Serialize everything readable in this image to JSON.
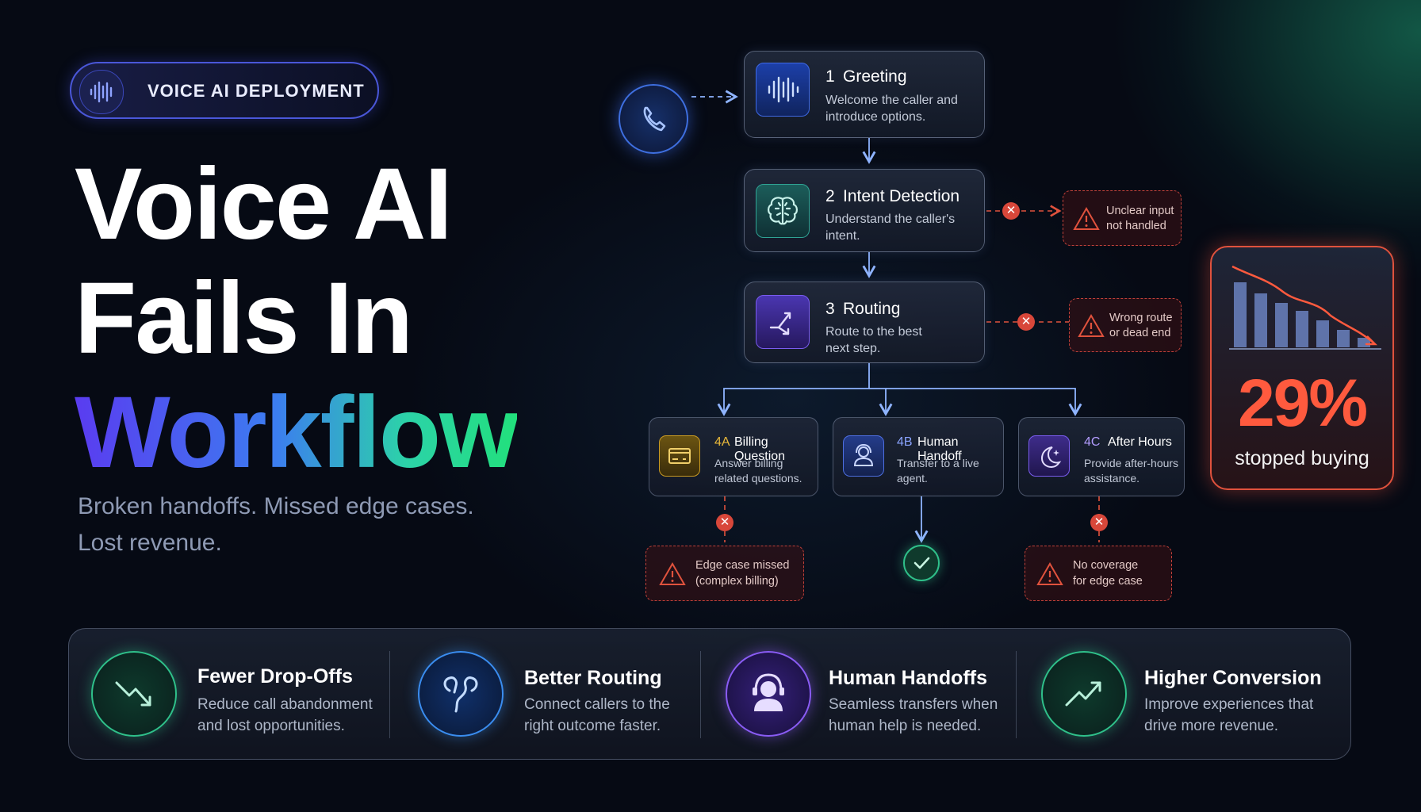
{
  "badge": {
    "label": "VOICE AI DEPLOYMENT",
    "icon": "soundwave-icon"
  },
  "headline": {
    "line1": "Voice AI",
    "line2": "Fails In",
    "line3": "Workflow"
  },
  "subheadline": {
    "line1": "Broken handoffs. Missed edge cases.",
    "line2": "Lost revenue."
  },
  "flow": {
    "steps": [
      {
        "num": "1",
        "title": "Greeting",
        "desc1": "Welcome the caller and",
        "desc2": "introduce options.",
        "icon": "soundwave-icon"
      },
      {
        "num": "2",
        "title": "Intent Detection",
        "desc1": "Understand the caller's",
        "desc2": "intent.",
        "icon": "brain-icon"
      },
      {
        "num": "3",
        "title": "Routing",
        "desc1": "Route to the best",
        "desc2": "next step.",
        "icon": "split-arrows-icon"
      }
    ],
    "branches": [
      {
        "num": "4A",
        "title": "Billing Question",
        "desc1": "Answer billing",
        "desc2": "related questions.",
        "icon": "credit-card-icon",
        "color": "#e0b22a"
      },
      {
        "num": "4B",
        "title": "Human Handoff",
        "desc1": "Transfer to a live",
        "desc2": "agent.",
        "icon": "person-icon",
        "color": "#6d8cf5"
      },
      {
        "num": "4C",
        "title": "After Hours",
        "desc1": "Provide after-hours",
        "desc2": "assistance.",
        "icon": "moon-icon",
        "color": "#a98cf5"
      }
    ],
    "warnings": {
      "intent": {
        "line1": "Unclear input",
        "line2": "not handled"
      },
      "routing": {
        "line1": "Wrong route",
        "line2": "or dead end"
      },
      "billing": {
        "line1": "Edge case missed",
        "line2": "(complex billing)"
      },
      "after_hours": {
        "line1": "No coverage",
        "line2": "for edge case"
      }
    },
    "error_color": "#e0523d",
    "success_color": "#2fc08a"
  },
  "stat": {
    "value": "29%",
    "label": "stopped buying",
    "chart_icon": "declining-bar-chart-icon",
    "accent": "#ff5a3e"
  },
  "features": [
    {
      "title": "Fewer Drop-Offs",
      "desc1": "Reduce call abandonment",
      "desc2": "and lost opportunities.",
      "icon": "trend-down-icon",
      "color": "#2fc08a"
    },
    {
      "title": "Better Routing",
      "desc1": "Connect callers to the",
      "desc2": "right outcome faster.",
      "icon": "route-icon",
      "color": "#3a8df0"
    },
    {
      "title": "Human Handoffs",
      "desc1": "Seamless transfers when",
      "desc2": "human help is needed.",
      "icon": "headset-person-icon",
      "color": "#8a5cf5"
    },
    {
      "title": "Higher Conversion",
      "desc1": "Improve experiences that",
      "desc2": "drive more revenue.",
      "icon": "trend-up-icon",
      "color": "#2fc08a"
    }
  ]
}
